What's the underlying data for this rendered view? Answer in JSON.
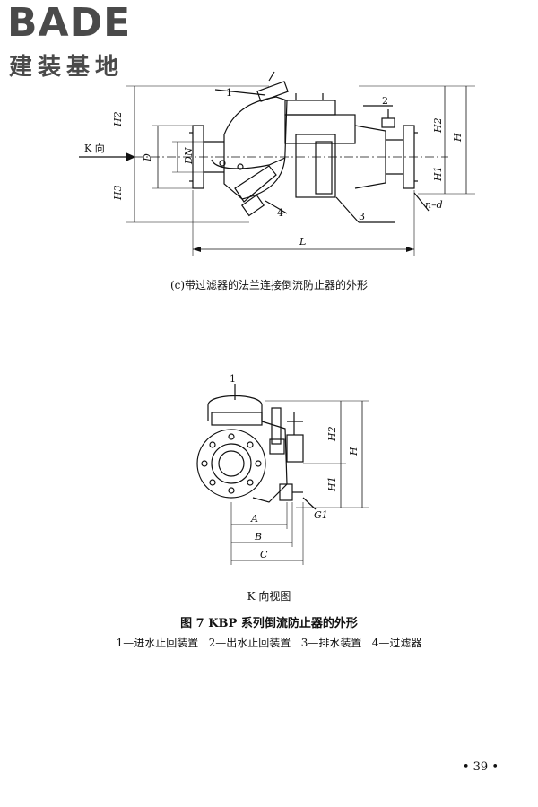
{
  "logo": {
    "brand": "BADE",
    "subtitle": "建装基地"
  },
  "diagram_c": {
    "labels": {
      "part1": "1",
      "part2": "2",
      "part3": "3",
      "part4": "4",
      "k_dir": "K 向",
      "h2_left": "H2",
      "h3": "H3",
      "d": "D",
      "dn": "DN",
      "h2_right": "H2",
      "h1_right": "H1",
      "h_right": "H",
      "nd": "n–d",
      "l": "L"
    },
    "caption": "(c)带过滤器的法兰连接倒流防止器的外形"
  },
  "diagram_k": {
    "labels": {
      "part1": "1",
      "h2": "H2",
      "h1": "H1",
      "h": "H",
      "g1": "G1",
      "a": "A",
      "b": "B",
      "c": "C"
    },
    "caption": "K 向视图"
  },
  "figure": {
    "title": "图 7   KBP 系列倒流防止器的外形",
    "legend": "1—进水止回装置   2—出水止回装置   3—排水装置   4—过滤器"
  },
  "page": {
    "number": "• 39 •"
  }
}
